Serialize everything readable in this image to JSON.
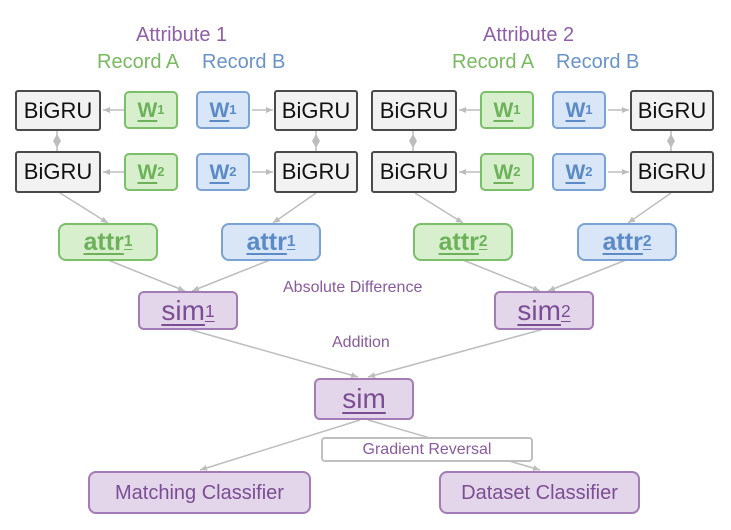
{
  "headers": [
    {
      "attribute": "Attribute 1",
      "record_a": "Record A",
      "record_b": "Record B"
    },
    {
      "attribute": "Attribute 2",
      "record_a": "Record A",
      "record_b": "Record B"
    }
  ],
  "encoder_label": "BiGRU",
  "weights": {
    "w1": {
      "base": "W",
      "sub": "1"
    },
    "w2": {
      "base": "W",
      "sub": "2"
    }
  },
  "attributes": {
    "attr1": {
      "base": "attr",
      "sub": "1"
    },
    "attr2": {
      "base": "attr",
      "sub": "2"
    }
  },
  "sims": {
    "sim1": {
      "base": "sim",
      "sub": "1"
    },
    "sim2": {
      "base": "sim",
      "sub": "2"
    },
    "sim": "sim"
  },
  "operations": {
    "abs_diff": "Absolute Difference",
    "addition": "Addition",
    "gradient_reversal": "Gradient Reversal"
  },
  "classifiers": {
    "matching": "Matching Classifier",
    "dataset": "Dataset Classifier"
  },
  "colors": {
    "record_a": "#7cbf6a",
    "record_b": "#7aa3d3",
    "combined": "#a37bb5",
    "encoder_border": "#4a4a4a",
    "connector": "#bdbdbd"
  }
}
